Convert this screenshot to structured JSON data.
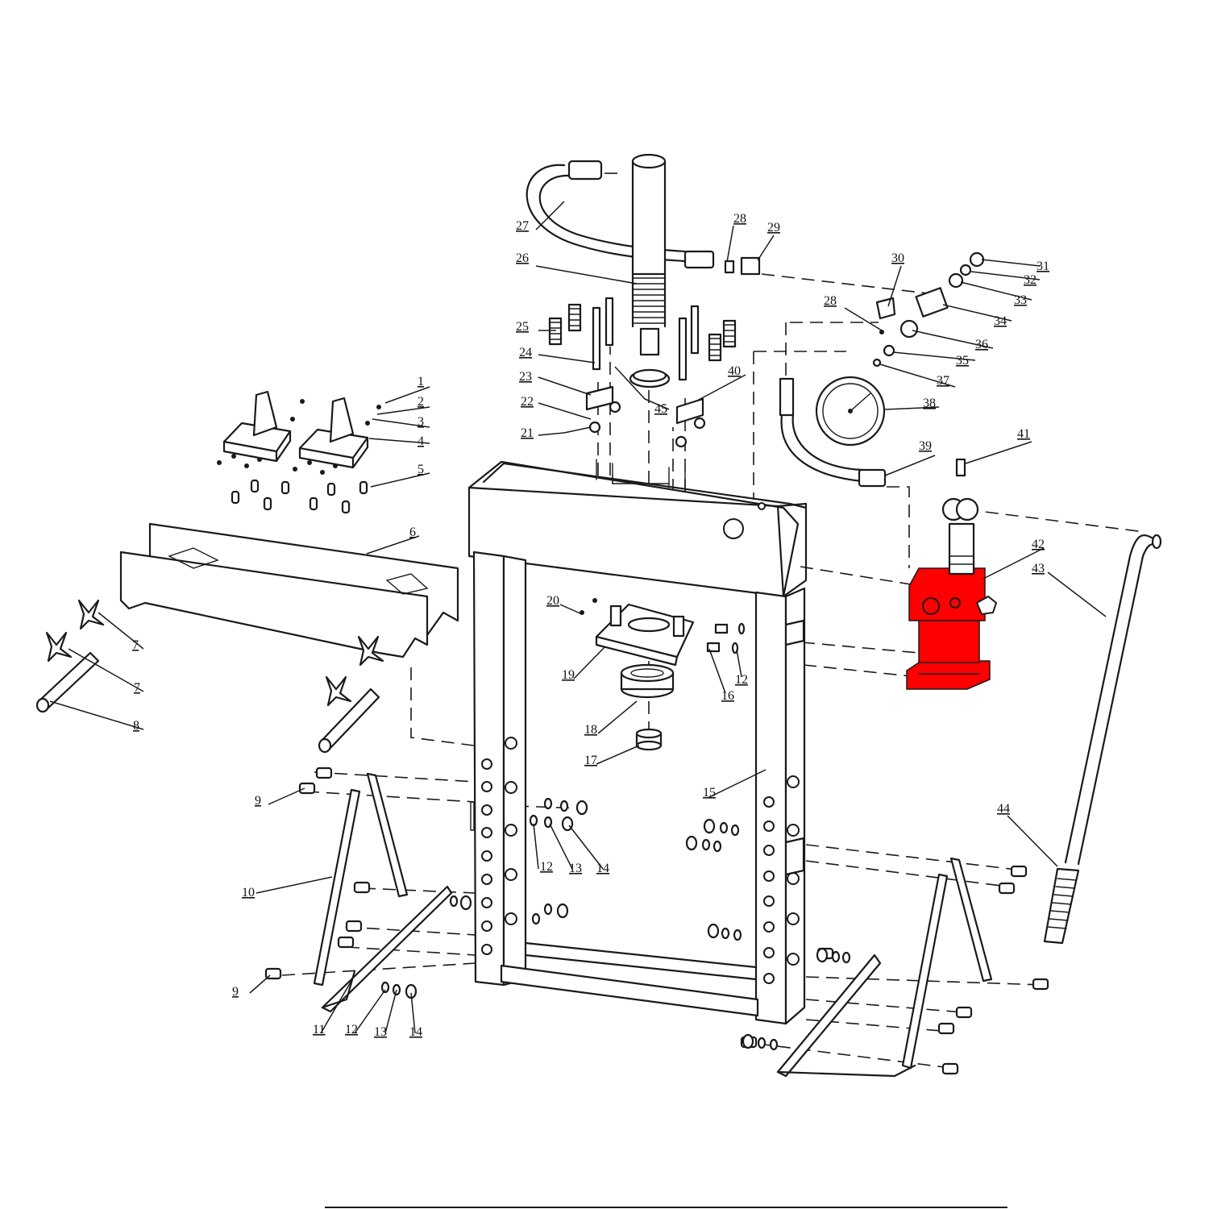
{
  "diagram": {
    "highlight_color": "#ff0000",
    "highlighted_part": "42",
    "callouts": [
      "1",
      "2",
      "3",
      "4",
      "5",
      "6",
      "7",
      "7",
      "8",
      "9",
      "9",
      "10",
      "11",
      "12",
      "12",
      "12",
      "13",
      "13",
      "14",
      "14",
      "15",
      "16",
      "17",
      "18",
      "19",
      "20",
      "21",
      "22",
      "23",
      "24",
      "25",
      "26",
      "27",
      "28",
      "28",
      "29",
      "30",
      "31",
      "32",
      "33",
      "34",
      "35",
      "36",
      "37",
      "38",
      "39",
      "40",
      "41",
      "42",
      "43",
      "44",
      "45"
    ]
  }
}
